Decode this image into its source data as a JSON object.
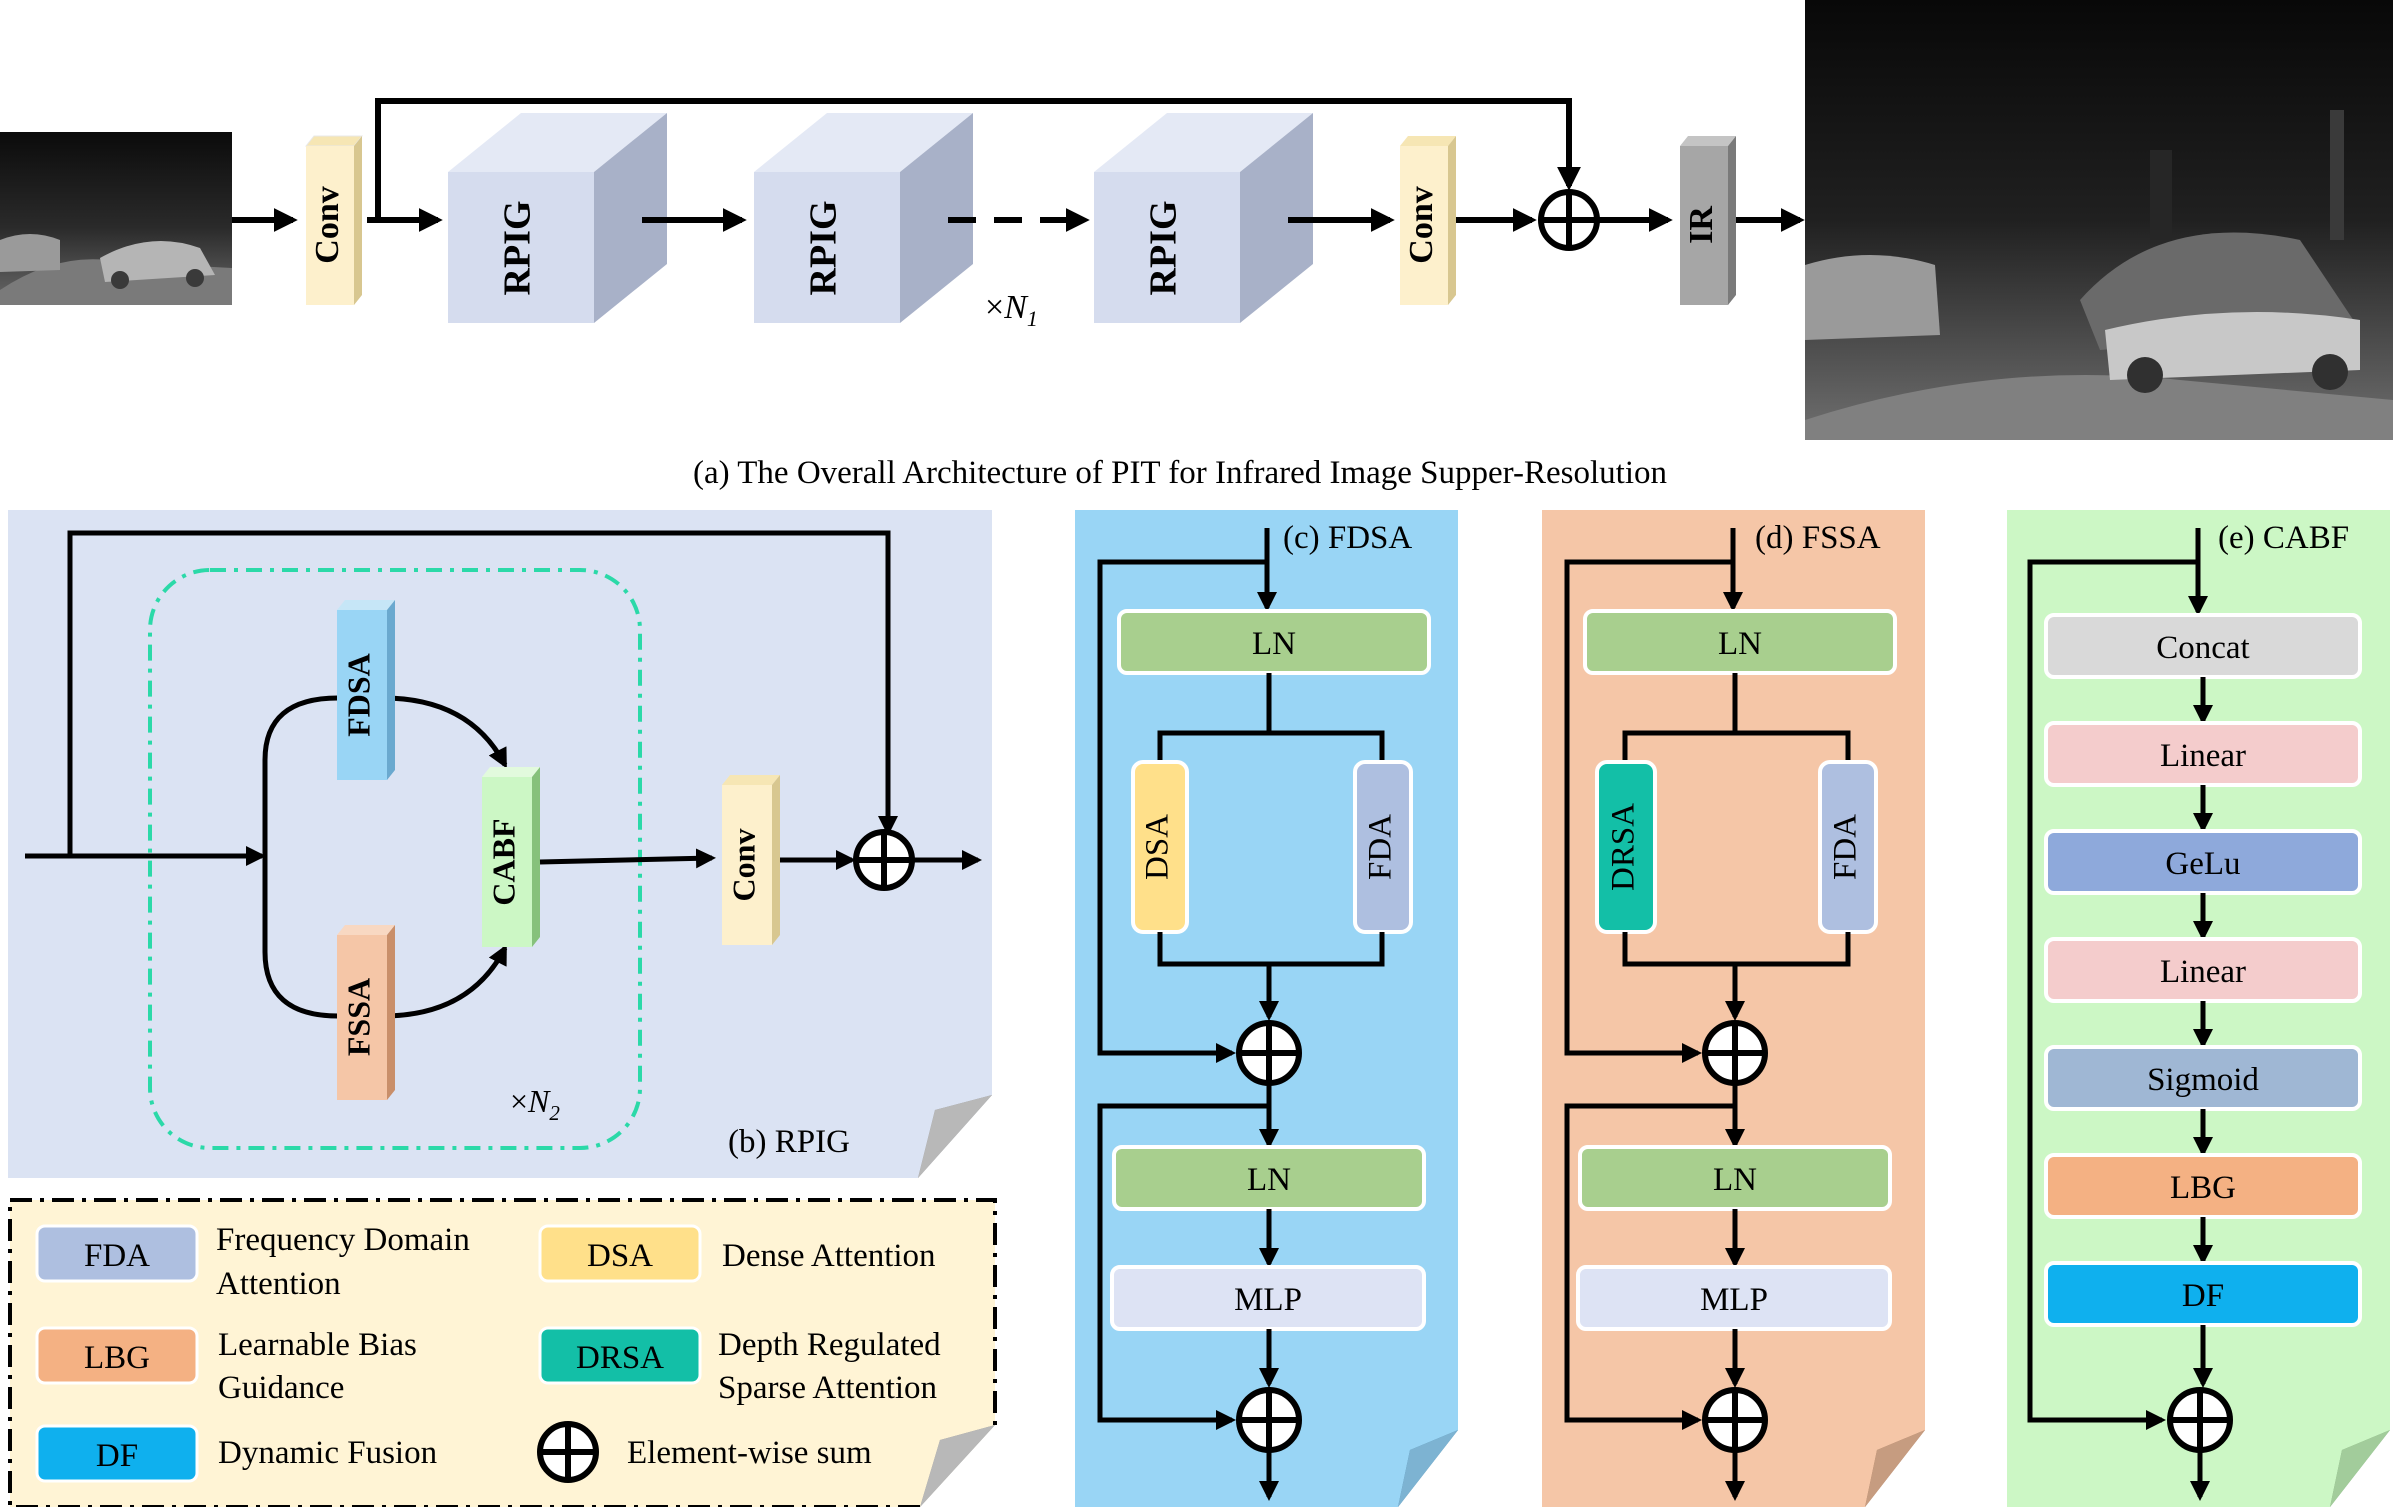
{
  "top": {
    "conv1": "Conv",
    "rpig": "RPIG",
    "times": "×",
    "n1_base": "N",
    "n1_sub": "1",
    "conv2": "Conv",
    "ir": "IR",
    "caption": "(a) The Overall Architecture of PIT for Infrared Image Supper-Resolution"
  },
  "rpig": {
    "fdsa": "FDSA",
    "fssa": "FSSA",
    "cabf": "CABF",
    "conv": "Conv",
    "times": "×",
    "n2_base": "N",
    "n2_sub": "2",
    "caption": "(b) RPIG"
  },
  "legend": {
    "fda": "FDA",
    "fda_desc_1": "Frequency Domain",
    "fda_desc_2": "Attention",
    "dsa": "DSA",
    "dsa_desc": "Dense Attention",
    "lbg": "LBG",
    "lbg_desc_1": "Learnable Bias",
    "lbg_desc_2": "Guidance",
    "drsa": "DRSA",
    "drsa_desc_1": "Depth Regulated",
    "drsa_desc_2": "Sparse Attention",
    "df": "DF",
    "df_desc": "Dynamic Fusion",
    "sum_desc": "Element-wise sum"
  },
  "fdsa": {
    "title": "(c) FDSA",
    "ln1": "LN",
    "dsa": "DSA",
    "fda": "FDA",
    "ln2": "LN",
    "mlp": "MLP"
  },
  "fssa": {
    "title": "(d) FSSA",
    "ln1": "LN",
    "drsa": "DRSA",
    "fda": "FDA",
    "ln2": "LN",
    "mlp": "MLP"
  },
  "cabf": {
    "title": "(e) CABF",
    "concat": "Concat",
    "linear1": "Linear",
    "gelu": "GeLu",
    "linear2": "Linear",
    "sigmoid": "Sigmoid",
    "lbg": "LBG",
    "df": "DF"
  },
  "colors": {
    "rpig_panel": "#dbe3f3",
    "fdsa_panel": "#99d5f5",
    "fssa_panel": "#f5c6a7",
    "cabf_panel": "#ccf7c5",
    "legend_panel": "#fff4d5",
    "ln": "#a8cf8e",
    "mlp": "#dde3f4",
    "dsa": "#ffe08a",
    "fda": "#aebfe0",
    "drsa": "#13bfa7",
    "concat": "#d9d9d9",
    "linear": "#f4cccc",
    "gelu": "#8ea9db",
    "sigmoid": "#9fb7d4",
    "lbg": "#f4b183",
    "df": "#0fb0ee",
    "conv": "#fdf0cc",
    "ir": "#a6a6a6",
    "dashdot": "#2bd9a8"
  }
}
